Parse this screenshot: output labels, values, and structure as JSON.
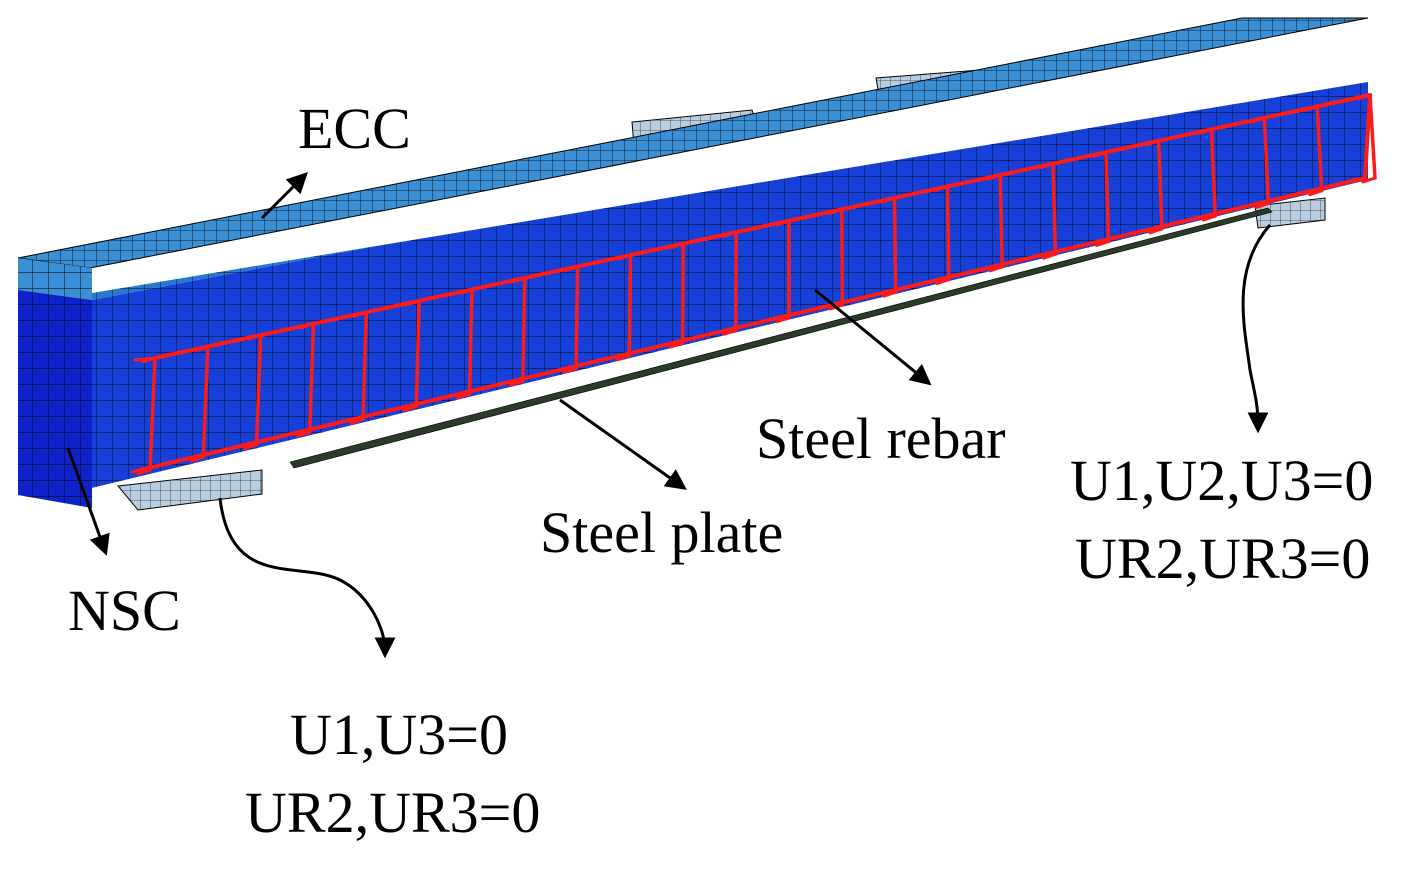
{
  "labels": {
    "ecc": "ECC",
    "nsc": "NSC",
    "steel_rebar": "Steel rebar",
    "steel_plate": "Steel plate",
    "left_support_line1": "U1,U3=0",
    "left_support_line2": "UR2,UR3=0",
    "right_support_line1": "U1,U2,U3=0",
    "right_support_line2": "UR2,UR3=0"
  },
  "colors": {
    "nsc_body": "#0d23c9",
    "nsc_face": "#1640d8",
    "ecc_top": "#3b8fd4",
    "ecc_face": "#2a78cc",
    "plate_pad": "#b8cde0",
    "rebar": "#ff1a1a",
    "mesh_line": "#000000",
    "arrow": "#000000"
  },
  "counts": {
    "stirrups": 23
  }
}
